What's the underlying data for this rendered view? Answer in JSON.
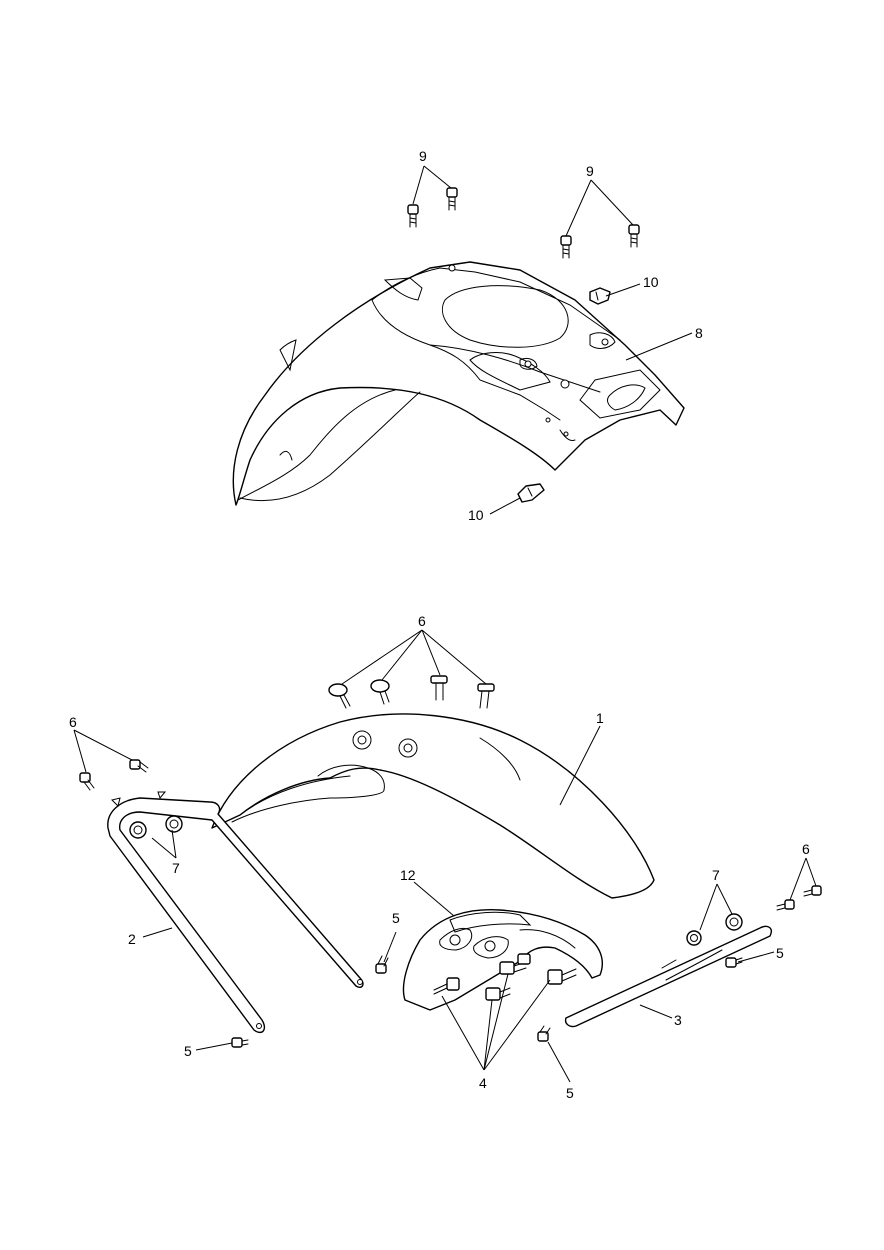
{
  "callouts": {
    "c1": "1",
    "c2": "2",
    "c3": "3",
    "c4": "4",
    "c5a": "5",
    "c5b": "5",
    "c5c": "5",
    "c5d": "5",
    "c6a": "6",
    "c6b": "6",
    "c6c": "6",
    "c7a": "7",
    "c7b": "7",
    "c8": "8",
    "c9a": "9",
    "c9b": "9",
    "c10a": "10",
    "c10b": "10",
    "c12": "12"
  }
}
